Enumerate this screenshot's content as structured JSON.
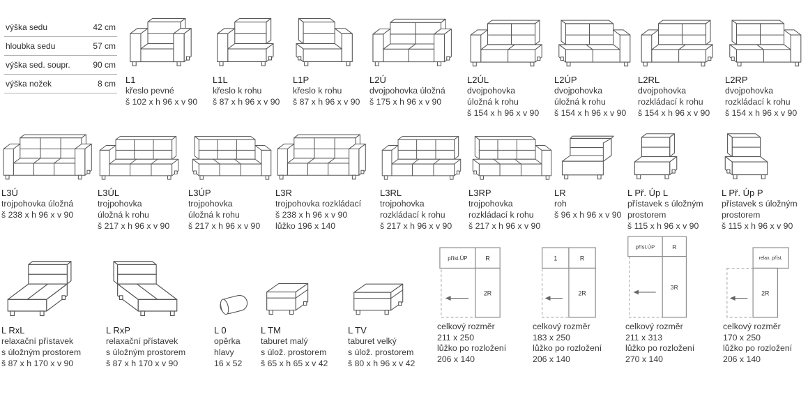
{
  "page": {
    "background": "#ffffff",
    "text_color": "#3a3a3a",
    "line_color": "#585858"
  },
  "spec_table": {
    "rows": [
      {
        "label": "výška sedu",
        "value": "42 cm"
      },
      {
        "label": "hloubka sedu",
        "value": "57 cm"
      },
      {
        "label": "výška sed. soupr.",
        "value": "90 cm"
      },
      {
        "label": "výška nožek",
        "value": "8 cm"
      }
    ]
  },
  "items": {
    "r1": [
      {
        "code": "L1",
        "lines": [
          "křeslo pevné",
          "š 102 x h 96 x v 90"
        ]
      },
      {
        "code": "L1L",
        "lines": [
          "křeslo k rohu",
          "š 87 x h 96 x v 90"
        ]
      },
      {
        "code": "L1P",
        "lines": [
          "křeslo k rohu",
          "š 87 x h 96 x v 90"
        ]
      },
      {
        "code": "L2Ú",
        "lines": [
          "dvojpohovka úložná",
          "š 175 x h 96 x v 90"
        ]
      },
      {
        "code": "L2ÚL",
        "lines": [
          "dvojpohovka",
          "úložná k rohu",
          "š 154 x h 96 x v 90"
        ]
      },
      {
        "code": "L2ÚP",
        "lines": [
          "dvojpohovka",
          "úložná k rohu",
          "š 154 x h 96 x v 90"
        ]
      },
      {
        "code": "L2RL",
        "lines": [
          "dvojpohovka",
          "rozkládací k rohu",
          "š 154 x h 96 x v 90"
        ]
      },
      {
        "code": "L2RP",
        "lines": [
          "dvojpohovka",
          "rozkládací k rohu",
          "š 154 x h 96 x v 90"
        ]
      }
    ],
    "r2": [
      {
        "code": "L3Ú",
        "lines": [
          "trojpohovka úložná",
          "š 238 x h 96 x v 90"
        ]
      },
      {
        "code": "L3ÚL",
        "lines": [
          "trojpohovka",
          "úložná k rohu",
          "š 217 x h 96 x v 90"
        ]
      },
      {
        "code": "L3ÚP",
        "lines": [
          "trojpohovka",
          "úložná k rohu",
          "š 217 x h 96 x v 90"
        ]
      },
      {
        "code": "L3R",
        "lines": [
          "trojpohovka rozkládací",
          "š 238 x h 96 x v 90",
          "lůžko 196 x 140"
        ]
      },
      {
        "code": "L3RL",
        "lines": [
          "trojpohovka",
          "rozkládací k rohu",
          "š 217 x h 96 x v 90"
        ]
      },
      {
        "code": "L3RP",
        "lines": [
          "trojpohovka",
          "rozkládací k rohu",
          "š 217 x h 96 x v 90"
        ]
      },
      {
        "code": "LR",
        "lines": [
          "roh",
          "š 96 x h 96 x v 90"
        ]
      },
      {
        "code": "L Př. Úp L",
        "lines": [
          "přístavek s úložným",
          "prostorem",
          "š 115 x h 96 x v 90"
        ]
      },
      {
        "code": "L Př. Úp P",
        "lines": [
          "přístavek s úložným",
          "prostorem",
          "š 115 x h 96 x v 90"
        ]
      }
    ],
    "r3": [
      {
        "code": "L RxL",
        "lines": [
          "relaxační přístavek",
          "s úložným prostorem",
          "š 87 x h 170 x v 90"
        ]
      },
      {
        "code": "L RxP",
        "lines": [
          "relaxační přístavek",
          "s úložným prostorem",
          "š 87 x h 170 x v 90"
        ]
      },
      {
        "code": "L 0",
        "lines": [
          "opěrka",
          "hlavy",
          "16 x 52"
        ]
      },
      {
        "code": "L TM",
        "lines": [
          "taburet malý",
          "s úlož. prostorem",
          "š 65 x h 65 x v 42"
        ]
      },
      {
        "code": "L TV",
        "lines": [
          "taburet velký",
          "s úlož. prostorem",
          "š 80 x h 96 x v 42"
        ]
      }
    ]
  },
  "configs": [
    {
      "labels": {
        "a": "příst.ÚP",
        "b": "R",
        "c": "2R"
      },
      "caption": [
        "celkový rozměr",
        "211 x 250",
        "lůžko po rozložení",
        "206 x 140"
      ]
    },
    {
      "labels": {
        "a": "1",
        "b": "R",
        "c": "2R"
      },
      "caption": [
        "celkový rozměr",
        "183 x 250",
        "lůžko po rozložení",
        "206 x 140"
      ]
    },
    {
      "labels": {
        "a": "příst.ÚP",
        "b": "R",
        "c": "3R"
      },
      "caption": [
        "celkový rozměr",
        "211 x 313",
        "lůžko po rozložení",
        "270 x 140"
      ]
    },
    {
      "labels": {
        "a": "relax. příst.",
        "c": "2R"
      },
      "caption": [
        "celkový rozměr",
        "170 x 250",
        "lůžko po rozložení",
        "206 x 140"
      ]
    }
  ]
}
